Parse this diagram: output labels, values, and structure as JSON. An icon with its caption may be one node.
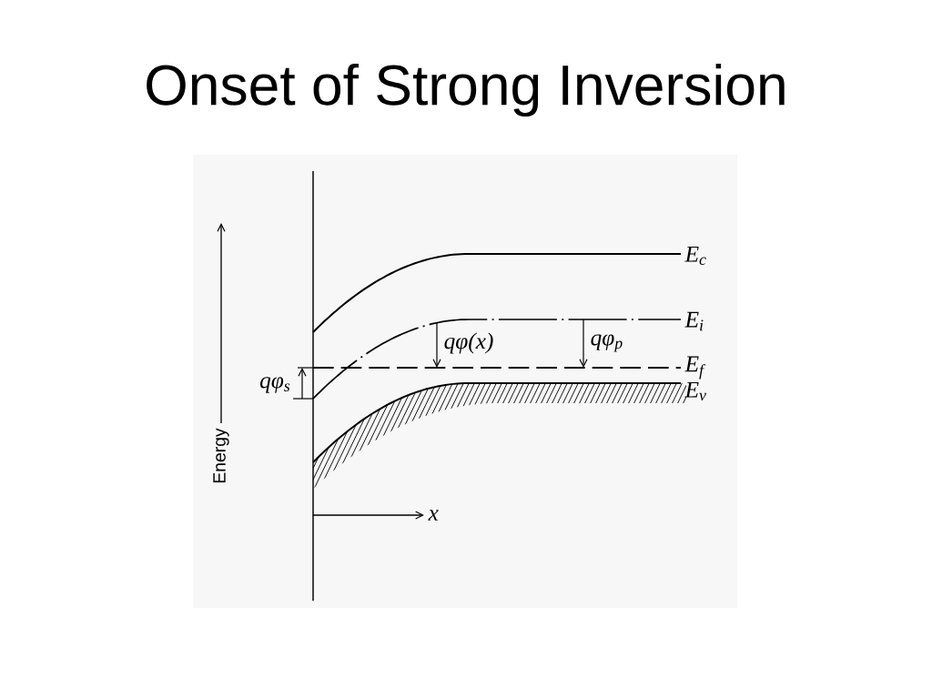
{
  "diagram": {
    "title": "Onset of Strong Inversion",
    "labels": [
      "E$_{c}$",
      "E$_{i}$",
      "qφ(x)",
      "qφ$_{p}$",
      "E$_{f}$",
      "qφ$_{s}$",
      "E$_{v}$",
      "Energy",
      "x"
    ]
  }
}
